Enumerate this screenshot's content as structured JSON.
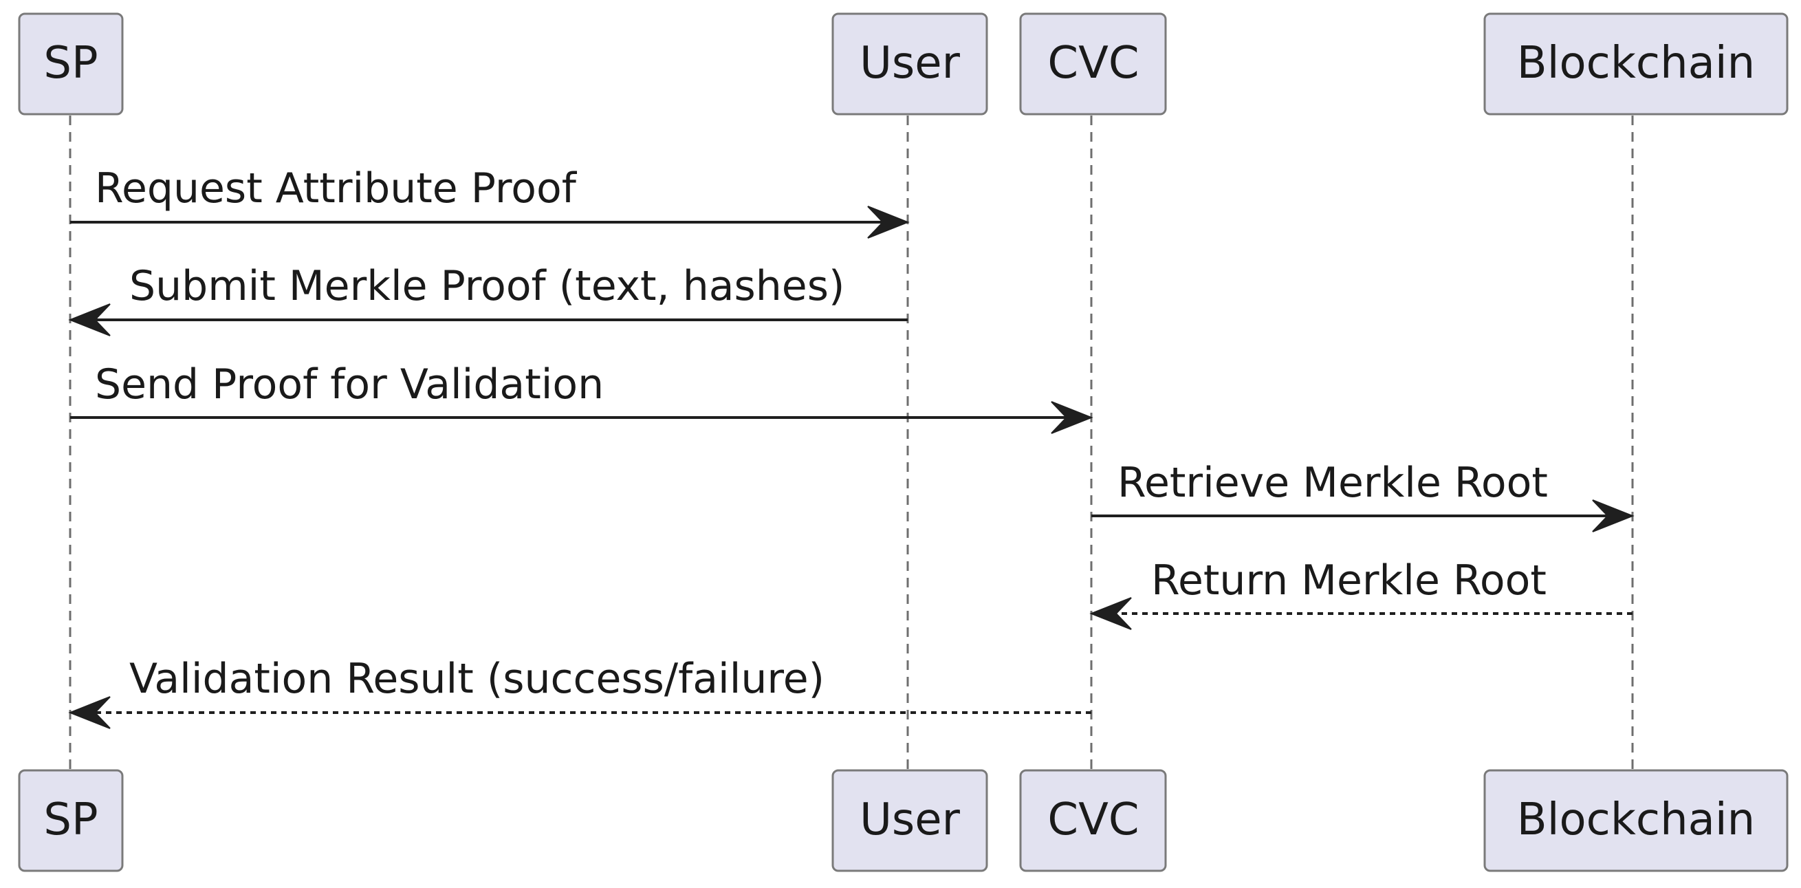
{
  "participants": [
    {
      "id": "sp",
      "label": "SP"
    },
    {
      "id": "user",
      "label": "User"
    },
    {
      "id": "cvc",
      "label": "CVC"
    },
    {
      "id": "blockchain",
      "label": "Blockchain"
    }
  ],
  "messages": [
    {
      "from": "sp",
      "to": "user",
      "label": "Request Attribute Proof",
      "style": "solid"
    },
    {
      "from": "user",
      "to": "sp",
      "label": "Submit Merkle Proof (text, hashes)",
      "style": "solid"
    },
    {
      "from": "sp",
      "to": "cvc",
      "label": "Send Proof for Validation",
      "style": "solid"
    },
    {
      "from": "cvc",
      "to": "blockchain",
      "label": "Retrieve Merkle Root",
      "style": "solid"
    },
    {
      "from": "blockchain",
      "to": "cvc",
      "label": "Return Merkle Root",
      "style": "dashed"
    },
    {
      "from": "cvc",
      "to": "sp",
      "label": "Validation Result (success/failure)",
      "style": "dashed"
    }
  ],
  "colors": {
    "participant_fill": "#e2e2f0",
    "participant_border": "#7a7a7a",
    "arrow": "#1f1f1f",
    "lifeline": "#6e6e6e"
  }
}
